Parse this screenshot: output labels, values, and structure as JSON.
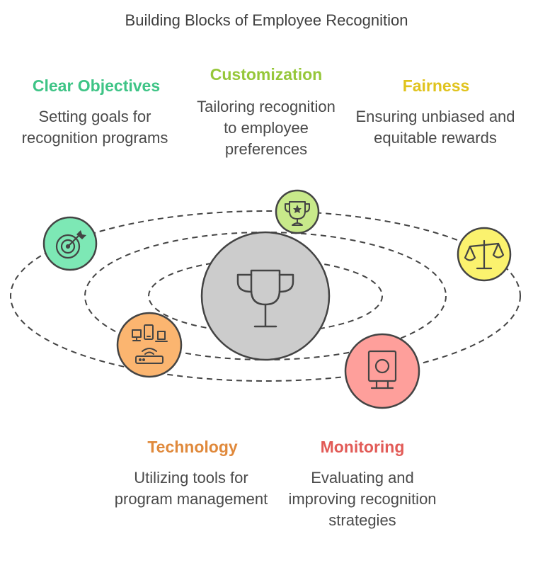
{
  "title": "Building Blocks of Employee Recognition",
  "items": [
    {
      "heading": "Clear Objectives",
      "description": "Setting goals for recognition programs",
      "color": "#3ec486",
      "fill": "#7de8b5",
      "icon": "target-icon"
    },
    {
      "heading": "Customization",
      "description": "Tailoring recognition to employee preferences",
      "color": "#96c73a",
      "fill": "#c8e98a",
      "icon": "trophy-star-icon"
    },
    {
      "heading": "Fairness",
      "description": "Ensuring unbiased and equitable rewards",
      "color": "#e0c31d",
      "fill": "#fbf26e",
      "icon": "scales-icon"
    },
    {
      "heading": "Technology",
      "description": "Utilizing tools for program management",
      "color": "#e0893b",
      "fill": "#fbb570",
      "icon": "devices-icon"
    },
    {
      "heading": "Monitoring",
      "description": "Evaluating and improving recognition strategies",
      "color": "#e25b57",
      "fill": "#fe9f9b",
      "icon": "monitor-icon"
    }
  ],
  "center": {
    "icon": "trophy-icon",
    "fill": "#cccccc"
  }
}
